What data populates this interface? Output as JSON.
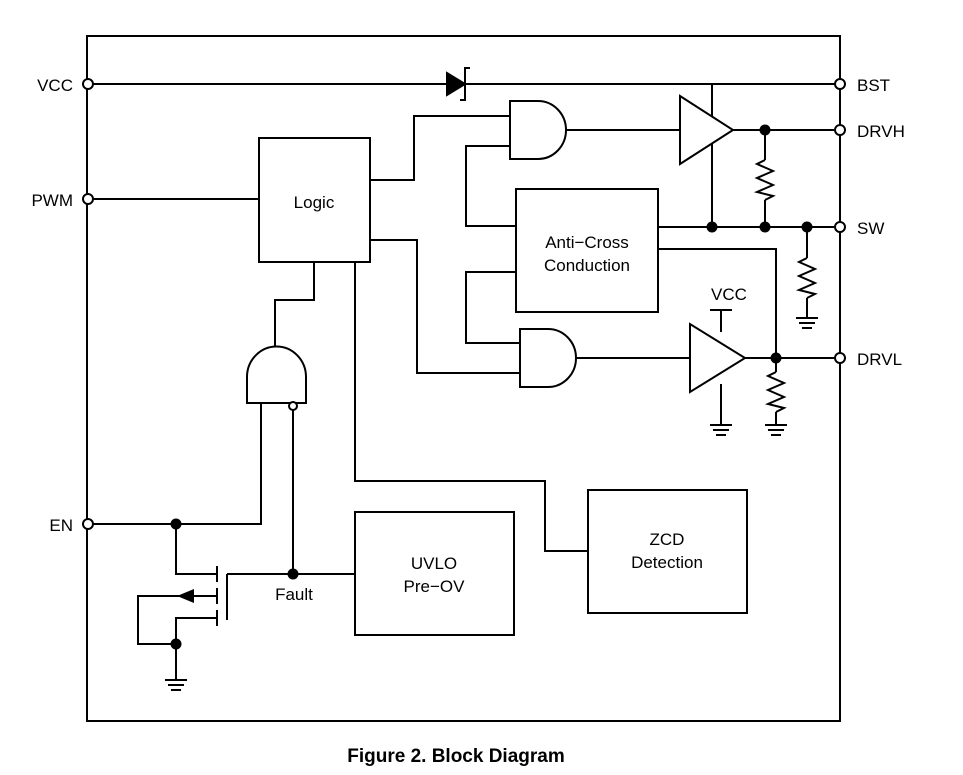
{
  "pins": {
    "vcc": "VCC",
    "pwm": "PWM",
    "en": "EN",
    "bst": "BST",
    "drvh": "DRVH",
    "sw": "SW",
    "drvl": "DRVL"
  },
  "blocks": {
    "logic": "Logic",
    "anti_cross_1": "Anti−Cross",
    "anti_cross_2": "Conduction",
    "uvlo_1": "UVLO",
    "uvlo_2": "Pre−OV",
    "zcd_1": "ZCD",
    "zcd_2": "Detection"
  },
  "labels": {
    "vcc_internal": "VCC",
    "fault": "Fault"
  },
  "caption": "Figure 2. Block Diagram"
}
